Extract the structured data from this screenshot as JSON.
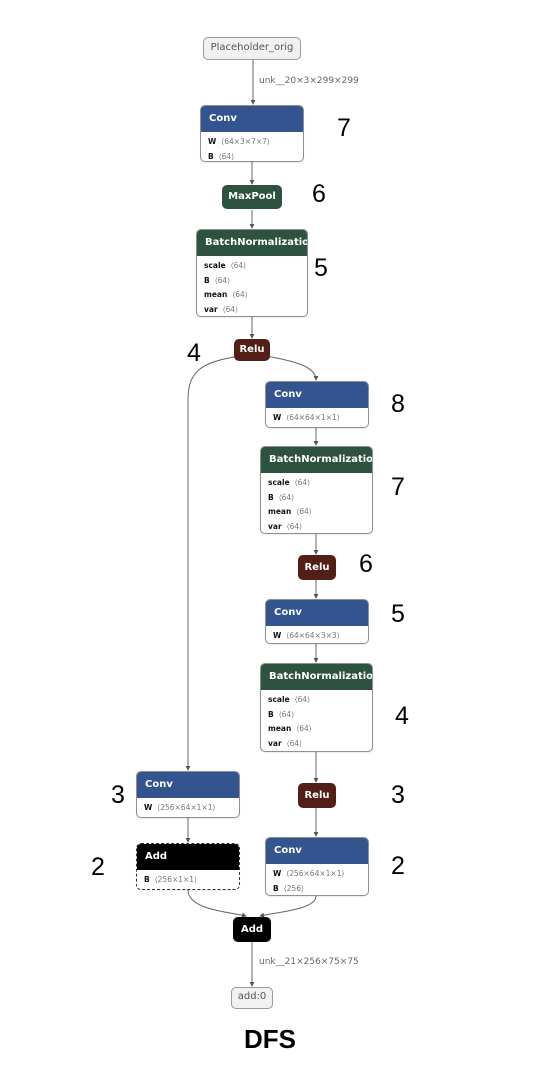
{
  "inputs": {
    "placeholder": "Placeholder_orig"
  },
  "outputs": {
    "result": "add:0"
  },
  "edge_labels": {
    "input_shape": "unk__20×3×299×299",
    "output_shape": "unk__21×256×75×75"
  },
  "nodes": {
    "conv_stem": {
      "title": "Conv",
      "attrs": [
        {
          "key": "W",
          "value": "⟨64×3×7×7⟩"
        },
        {
          "key": "B",
          "value": "⟨64⟩"
        }
      ]
    },
    "maxpool": {
      "title": "MaxPool"
    },
    "bn_stem": {
      "title": "BatchNormalization",
      "attrs": [
        {
          "key": "scale",
          "value": "⟨64⟩"
        },
        {
          "key": "B",
          "value": "⟨64⟩"
        },
        {
          "key": "mean",
          "value": "⟨64⟩"
        },
        {
          "key": "var",
          "value": "⟨64⟩"
        }
      ]
    },
    "relu_stem": {
      "title": "Relu"
    },
    "conv_r1": {
      "title": "Conv",
      "attrs": [
        {
          "key": "W",
          "value": "⟨64×64×1×1⟩"
        }
      ]
    },
    "bn_r1": {
      "title": "BatchNormalization",
      "attrs": [
        {
          "key": "scale",
          "value": "⟨64⟩"
        },
        {
          "key": "B",
          "value": "⟨64⟩"
        },
        {
          "key": "mean",
          "value": "⟨64⟩"
        },
        {
          "key": "var",
          "value": "⟨64⟩"
        }
      ]
    },
    "relu_r1": {
      "title": "Relu"
    },
    "conv_r2": {
      "title": "Conv",
      "attrs": [
        {
          "key": "W",
          "value": "⟨64×64×3×3⟩"
        }
      ]
    },
    "bn_r2": {
      "title": "BatchNormalization",
      "attrs": [
        {
          "key": "scale",
          "value": "⟨64⟩"
        },
        {
          "key": "B",
          "value": "⟨64⟩"
        },
        {
          "key": "mean",
          "value": "⟨64⟩"
        },
        {
          "key": "var",
          "value": "⟨64⟩"
        }
      ]
    },
    "relu_r2": {
      "title": "Relu"
    },
    "conv_r3": {
      "title": "Conv",
      "attrs": [
        {
          "key": "W",
          "value": "⟨256×64×1×1⟩"
        },
        {
          "key": "B",
          "value": "⟨256⟩"
        }
      ]
    },
    "conv_l": {
      "title": "Conv",
      "attrs": [
        {
          "key": "W",
          "value": "⟨256×64×1×1⟩"
        }
      ]
    },
    "add_l": {
      "title": "Add",
      "attrs": [
        {
          "key": "B",
          "value": "⟨256×1×1⟩"
        }
      ]
    },
    "add_final": {
      "title": "Add"
    }
  },
  "order_labels": {
    "conv_stem": "7",
    "maxpool": "6",
    "bn_stem": "5",
    "relu_stem": "4",
    "conv_r1": "8",
    "bn_r1": "7",
    "relu_r1": "6",
    "conv_r2": "5",
    "bn_r2": "4",
    "relu_r2": "3",
    "conv_r3": "2",
    "conv_l": "3",
    "add_l": "2"
  },
  "caption": "DFS"
}
